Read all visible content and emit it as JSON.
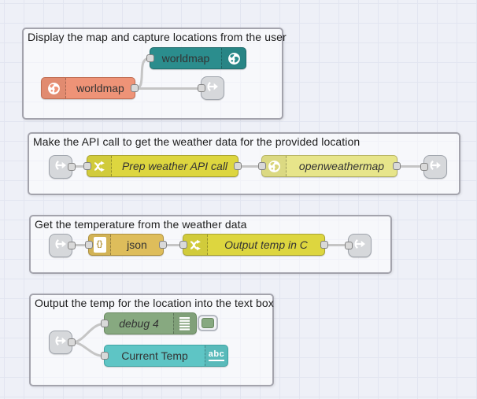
{
  "canvas": {
    "background_color": "#eef0f7",
    "grid_color": "#e2e5f0",
    "wire_color": "#8b8b8b",
    "port_color": "#d9d9d9"
  },
  "groups": {
    "map": {
      "title": "Display the map and capture locations from the user"
    },
    "api_call": {
      "title": "Make the API call to get the weather data for the provided location"
    },
    "temperature": {
      "title": "Get the temperature from the weather data"
    },
    "output": {
      "title": "Output the temp for the location into the text box"
    }
  },
  "nodes": {
    "worldmap_out": {
      "label": "worldmap",
      "color": "#2b8d8d",
      "icon": "globe-icon"
    },
    "worldmap_in": {
      "label": "worldmap",
      "color": "#ee9377",
      "icon": "globe-icon"
    },
    "prep_weather": {
      "label": "Prep weather API call",
      "color": "#ddd63f",
      "icon": "function-shuffle-icon"
    },
    "openweathermap": {
      "label": "openweathermap",
      "color": "#e7e58a",
      "icon": "globe-icon"
    },
    "json": {
      "label": "json",
      "color": "#debd5b",
      "icon": "json-page-icon",
      "icon_text": "{}"
    },
    "output_temp": {
      "label": "Output temp in C",
      "color": "#ddd63f",
      "icon": "function-shuffle-icon"
    },
    "debug": {
      "label": "debug 4",
      "color": "#87a980",
      "icon": "debug-lines-icon"
    },
    "current_temp": {
      "label": "Current Temp",
      "color": "#5ec5c5",
      "icon": "text-abc-icon",
      "icon_text": "abc"
    }
  },
  "link_nodes": {
    "color": "#d6d8db",
    "icon": "link-arrow-icon"
  }
}
